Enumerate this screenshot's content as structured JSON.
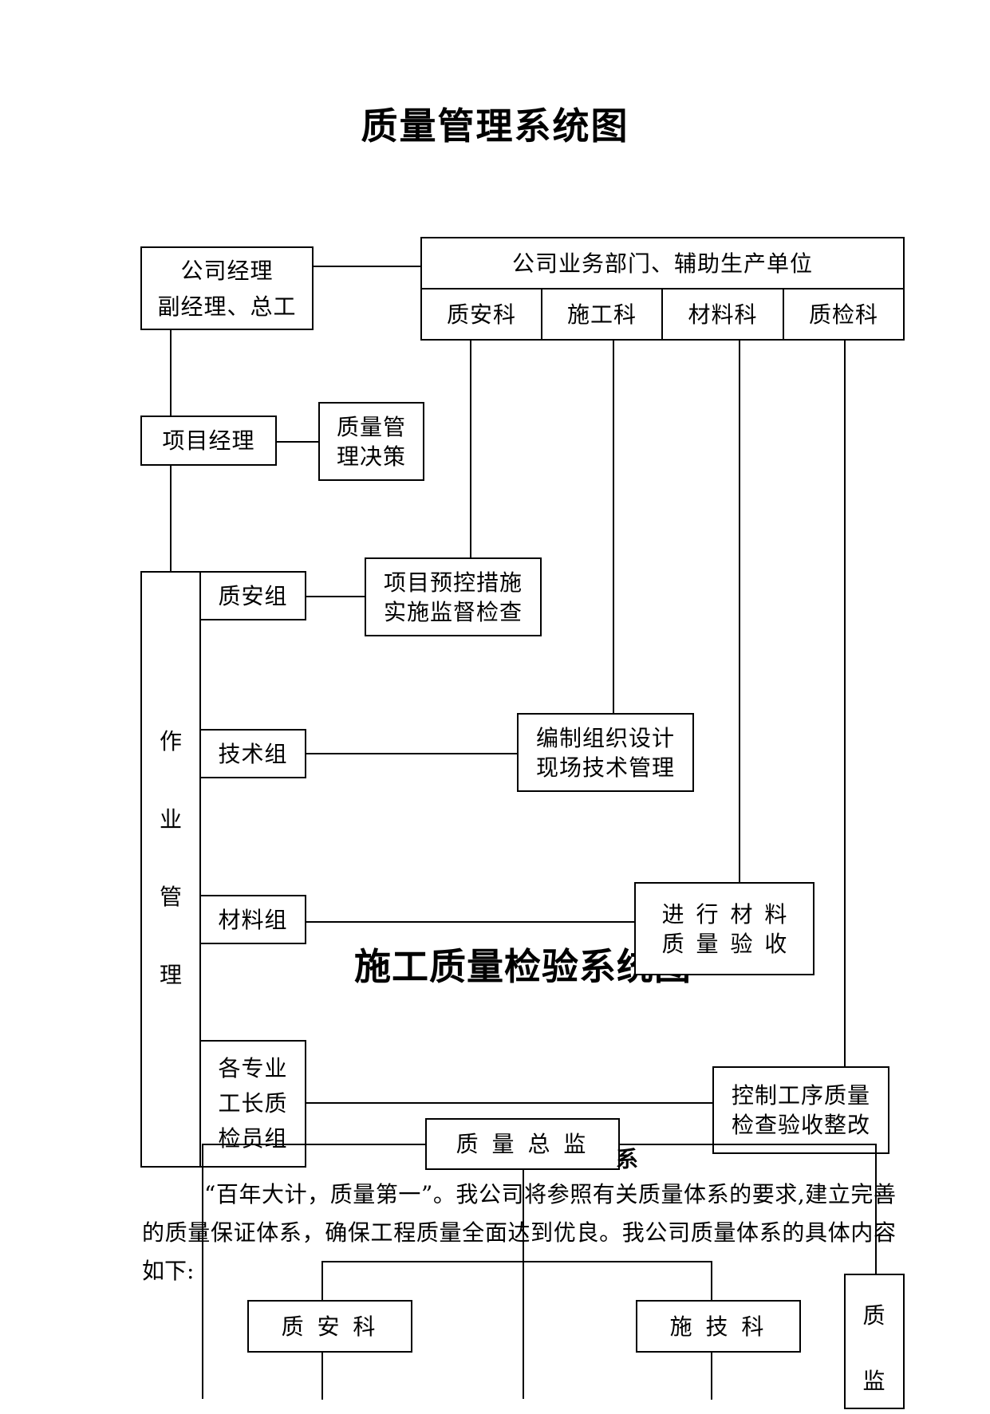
{
  "title": "质量管理系统图",
  "top_left_box": {
    "line1": "公司经理",
    "line2": "副经理、总工"
  },
  "dept_header": "公司业务部门、辅助生产单位",
  "depts": [
    "质安科",
    "施工科",
    "材料科",
    "质检科"
  ],
  "project_manager": "项目经理",
  "quality_decision": {
    "line1": "质量管",
    "line2": "理决策"
  },
  "work_mgmt_chars": [
    "作",
    "业",
    "管",
    "理"
  ],
  "groups": {
    "safety": "质安组",
    "tech": "技术组",
    "material": "材料组",
    "specialty": [
      "各专业",
      "工长质",
      "检员组"
    ]
  },
  "actions": {
    "safety": {
      "line1": "项目预控措施",
      "line2": "实施监督检查"
    },
    "tech": {
      "line1": "编制组织设计",
      "line2": "现场技术管理"
    },
    "material": {
      "line1": "进 行 材 料",
      "line2": "质 量 验 收"
    },
    "specialty": {
      "line1": "控制工序质量",
      "line2": "检查验收整改"
    }
  },
  "second_title": "施工质量检验系统图",
  "partial_heading_fragment": "系",
  "paragraph": "“百年大计，质量第一”。我公司将参照有关质量体系的要求,建立完善的质量保证体系，确保工程质量全面达到优良。我公司质量体系的具体内容如下:",
  "bottom_chart": {
    "chief": "质 量 总 监",
    "left": "质 安 科",
    "right": "施 技 科",
    "far_right_chars": [
      "质",
      "监"
    ]
  }
}
